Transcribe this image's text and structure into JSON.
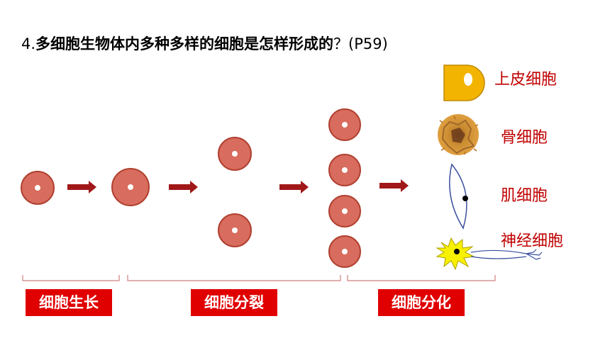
{
  "question": {
    "number": "4.",
    "text": "多细胞生物体内多种多样的细胞是怎样形成的",
    "suffix": "？(P59)"
  },
  "stages": [
    {
      "label": "细胞生长"
    },
    {
      "label": "细胞分裂"
    },
    {
      "label": "细胞分化"
    }
  ],
  "cell_types": [
    {
      "label": "上皮细胞"
    },
    {
      "label": "骨细胞"
    },
    {
      "label": "肌细胞"
    },
    {
      "label": "神经细胞"
    }
  ],
  "colors": {
    "cell_fill": "#d86c5e",
    "cell_stroke": "#b04030",
    "arrow": "#a01818",
    "label_bg": "#e00000",
    "label_text": "#c00000",
    "epithelial": "#f2b400"
  }
}
